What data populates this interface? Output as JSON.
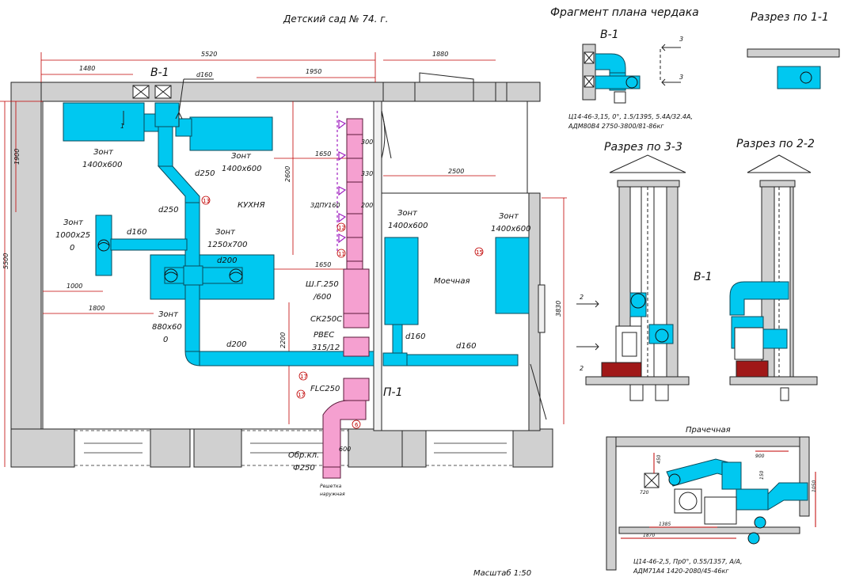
{
  "titles": {
    "main": "Детский сад № 74. г.",
    "attic": "Фрагмент плана чердака",
    "section_11": "Разрез по 1-1",
    "section_33": "Разрез по 3-3",
    "section_22": "Разрез по 2-2",
    "laundry": "Прачечная",
    "scale": "Масштаб 1:50"
  },
  "labels": {
    "v1": "В-1",
    "p1": "П-1",
    "kitchen": "КУХНЯ",
    "washroom": "Моечная",
    "zont1": "Зонт",
    "zont1_size": "1400х600",
    "zont2": "Зонт",
    "zont2_size": "1400х600",
    "zont3": "Зонт",
    "zont3_size": "1000х25",
    "zont3_size2": "0",
    "zont4": "Зонт",
    "zont4_size": "1250х700",
    "zont5": "Зонт",
    "zont5_size": "880х60",
    "zont5_size2": "0",
    "zont6": "Зонт",
    "zont6_size": "1400х600",
    "zont7": "Зонт",
    "zont7_size": "1400х600",
    "d160_a": "d160",
    "d250_a": "d250",
    "d250_b": "d250",
    "d160_b": "d160",
    "d200_a": "d200",
    "d200_b": "d200",
    "d160_c": "d160",
    "d160_d": "d160",
    "zdpu": "ЗДПУ160",
    "shg1": "Ш.Г.250",
    "shg2": "/600",
    "ck": "СК250С",
    "pbec1": "РВЕС",
    "pbec2": "315/12",
    "flc": "FLC250",
    "obr1": "Обр.кл.",
    "obr2": "Ф250",
    "grille1": "Решетка",
    "grille2": "наружная",
    "fan1_l1": "Ц14-46-3,15, 0°, 1.5/1395, 5.4А/32.4А,",
    "fan1_l2": "АДМ80В4 2750-3800/81-86кг",
    "fan2_l1": "Ц14-46-2,5, Пр0°, 0.55/1357, А/А,",
    "fan2_l2": "АДМ71А4 1420-2080/45-46кг"
  },
  "dims": {
    "d5520": "5520",
    "d1480": "1480",
    "d1880": "1880",
    "d1950": "1950",
    "d1900": "1900",
    "d5500": "5500",
    "d2600": "2600",
    "d1650a": "1650",
    "d1650b": "1650",
    "d2500": "2500",
    "d1000": "1000",
    "d1800": "1800",
    "d2200": "2200",
    "d3830": "3830",
    "s900": "900",
    "s450": "450",
    "s150": "150",
    "s720": "720",
    "s1050": "1050",
    "s1385": "1385",
    "s1870": "1870",
    "r300": "300",
    "r330": "330",
    "r200": "200",
    "r600": "600"
  },
  "markers": {
    "sec3": "3",
    "sec3b": "3",
    "sec2": "2",
    "sec2b": "2",
    "sec1": "1",
    "c13": "13",
    "c12": "12",
    "c11": "11",
    "c15": "15",
    "c17a": "17",
    "c17b": "17",
    "c6": "6"
  },
  "colors": {
    "duct": "#00c8f0",
    "supply": "#f5a0d0",
    "wall": "#d0d0d0",
    "brick": "#a01818",
    "dim": "#c00000"
  }
}
